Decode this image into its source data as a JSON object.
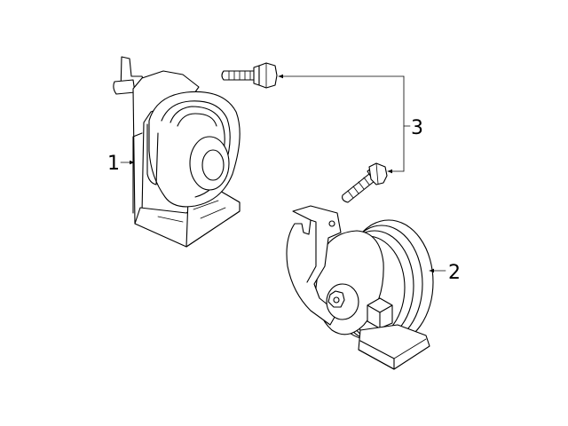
{
  "callouts": {
    "horn_1": "1",
    "horn_2": "2",
    "bolts": "3"
  },
  "colors": {
    "line": "#000000",
    "background": "#ffffff"
  }
}
